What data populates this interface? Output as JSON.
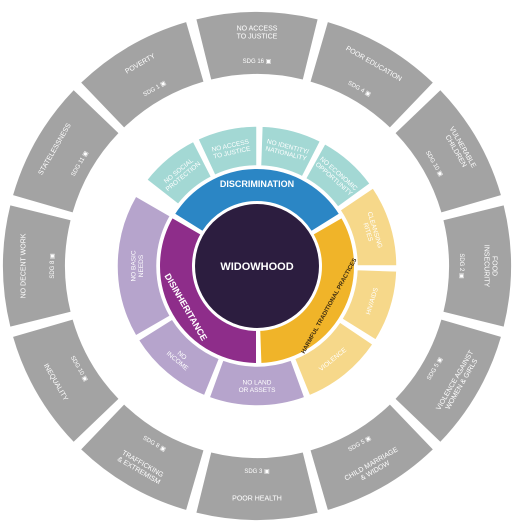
{
  "center": {
    "title": "WIDOWHOOD"
  },
  "outer_ring": [
    {
      "label": "NO ACCESS\nTO JUSTICE",
      "sdg": "SDG 16",
      "icon": "dove-icon"
    },
    {
      "label": "POOR EDUCATION",
      "sdg": "SDG 4",
      "icon": "book-icon"
    },
    {
      "label": "VULNERABLE\nCHILDREN",
      "sdg": "SDG 10",
      "icon": "equality-icon"
    },
    {
      "label": "FOOD\nINSECURITY",
      "sdg": "SDG 2",
      "icon": "bowl-icon"
    },
    {
      "label": "VIOLENCE AGAINST\nWOMEN & GIRLS",
      "sdg": "SDG 5",
      "icon": "gender-icon"
    },
    {
      "label": "CHILD MARRIAGE\n& WIDOW",
      "sdg": "SDG 5",
      "icon": "gender-icon"
    },
    {
      "label": "POOR HEALTH",
      "sdg": "SDG 3",
      "icon": "heartbeat-icon"
    },
    {
      "label": "TRAFFICKING\n& EXTREMISM",
      "sdg": "SDG 8",
      "icon": "growth-chart-icon"
    },
    {
      "label": "INEQUALITY",
      "sdg": "SDG 10",
      "icon": "equality-icon"
    },
    {
      "label": "NO DECENT WORK",
      "sdg": "SDG 8",
      "icon": "growth-chart-icon"
    },
    {
      "label": "STATELESSNESS",
      "sdg": "SDG 11",
      "icon": "city-icon"
    },
    {
      "label": "POVERTY",
      "sdg": "SDG 1",
      "icon": "family-icon"
    }
  ],
  "categories": {
    "discrimination": {
      "title": "DISCRIMINATION",
      "color": "#2b86c5",
      "items": [
        "NO SOCIAL\nPROTECTION",
        "NO ACCESS\nTO JUSTICE",
        "NO IDENTITY/\nNATIONALITY",
        "NO ECONOMIC\nOPPORTUNITY"
      ],
      "item_color": "#a3d8d4"
    },
    "harmful": {
      "title": "HARMFUL TRADITIONAL PRACTICES",
      "color": "#f0b429",
      "items": [
        "CLEANSING\nRITES",
        "HIV/AIDS",
        "VIOLENCE"
      ],
      "item_color": "#f6d88a"
    },
    "disinheritance": {
      "title": "DISINHERITANCE",
      "color": "#8e2d8a",
      "items": [
        "NO LAND\nOR ASSETS",
        "NO\nINCOME",
        "NO BASIC\nNEEDS"
      ],
      "item_color": "#b6a4cc"
    }
  },
  "colors": {
    "outer": "#a3a3a3",
    "center": "#2c1d3f",
    "line_teal": "#7fd0d0",
    "line_purple": "#9a86bd",
    "line_yellow": "#f2d36a"
  }
}
